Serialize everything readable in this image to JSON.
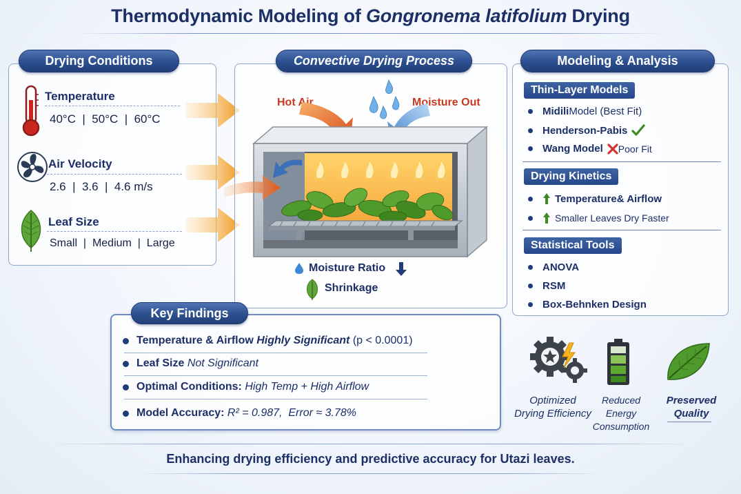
{
  "title": {
    "prefix": "Thermodynamic Modeling of ",
    "species": "Gongronema latifolium",
    "suffix": " Drying"
  },
  "conditions": {
    "header": "Drying Conditions",
    "temperature": {
      "label": "Temperature",
      "values": "40°C  |  50°C  |  60°C",
      "icon": "thermometer-icon"
    },
    "velocity": {
      "label": "Air Velocity",
      "values": "2.6  |  3.6  |  4.6 m/s",
      "icon": "fan-icon"
    },
    "leaf": {
      "label": "Leaf Size",
      "values": "Small  |  Medium  |  Large",
      "icon": "leaf-icon"
    }
  },
  "process": {
    "header": "Convective Drying Process",
    "hot_air": "Hot Air",
    "moisture_out": "Moisture Out",
    "moisture_ratio": "Moisture Ratio",
    "shrinkage": "Shrinkage"
  },
  "modeling": {
    "header": "Modeling & Analysis",
    "thin_layer": {
      "title": "Thin-Layer Models",
      "items": [
        {
          "bold": "Midili",
          "rest": " Model (Best Fit)"
        },
        {
          "bold": "Henderson-Pabis",
          "rest": ""
        },
        {
          "bold": "Wang Model",
          "rest": " Poor Fit"
        }
      ]
    },
    "kinetics": {
      "title": "Drying Kinetics",
      "items": [
        {
          "bold": "Temperature",
          "rest": " & Airflow"
        },
        {
          "bold": "",
          "rest": "Smaller Leaves Dry Faster"
        }
      ]
    },
    "stats": {
      "title": "Statistical Tools",
      "items": [
        "ANOVA",
        "RSM",
        "Box-Behnken Design"
      ]
    }
  },
  "findings": {
    "header": "Key Findings",
    "items": [
      {
        "a": "Temperature & Airflow ",
        "b": "Highly Significant",
        "c": " (p < 0.0001)"
      },
      {
        "a": "Leaf Size ",
        "b": "",
        "c": "Not Significant"
      },
      {
        "a": "Optimal Conditions: ",
        "b": "",
        "c": "High Temp + High Airflow"
      },
      {
        "a": "Model Accuracy: ",
        "b": "",
        "c": "R² = 0.987,  Error ≈ 3.78%"
      }
    ]
  },
  "benefits": [
    {
      "line1": "Optimized",
      "line2": "Drying Efficiency",
      "line3": "",
      "icon": "gears-bolt-icon"
    },
    {
      "line1": "Reduced",
      "line2": "Energy",
      "line3": "Consumption",
      "icon": "battery-icon"
    },
    {
      "line1": "Preserved",
      "line2": "Quality",
      "line3": "",
      "icon": "leaf-icon"
    }
  ],
  "footer": "Enhancing drying efficiency and predictive accuracy for Utazi leaves.",
  "colors": {
    "navy": "#1c2f66",
    "pill_blue": "#2c4f8f",
    "hot_orange": "#f08a1c",
    "cool_blue": "#3f88d6",
    "leaf_green": "#4d8f2a",
    "red_x": "#d8332a"
  }
}
